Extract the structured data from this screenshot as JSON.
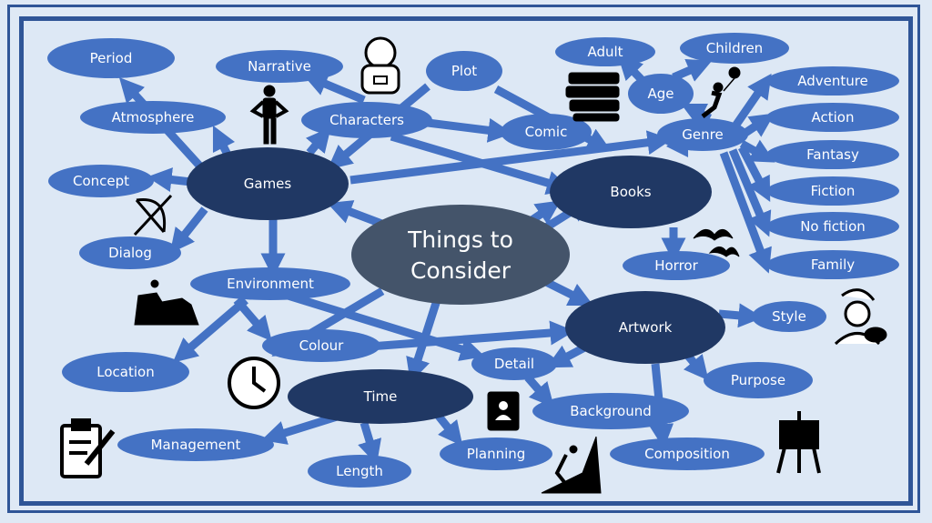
{
  "title": "Things to Consider",
  "colors": {
    "frame": "#2f5597",
    "node": "#4472c4",
    "hub": "#203864",
    "center": "#44546a",
    "background": "#dde8f5"
  },
  "nodes": {
    "center": "Things to Consider",
    "games": "Games",
    "books": "Books",
    "artwork": "Artwork",
    "time": "Time",
    "period": "Period",
    "narrative": "Narrative",
    "plot": "Plot",
    "adult": "Adult",
    "children": "Children",
    "age": "Age",
    "adventure": "Adventure",
    "action": "Action",
    "fantasy": "Fantasy",
    "fiction": "Fiction",
    "nofiction": "No fiction",
    "family": "Family",
    "genre": "Genre",
    "comic": "Comic",
    "characters": "Characters",
    "atmosphere": "Atmosphere",
    "concept": "Concept",
    "dialog": "Dialog",
    "environment": "Environment",
    "horror": "Horror",
    "style": "Style",
    "colour": "Colour",
    "location": "Location",
    "detail": "Detail",
    "purpose": "Purpose",
    "background": "Background",
    "management": "Management",
    "composition": "Composition",
    "planning": "Planning",
    "length": "Length"
  },
  "icons": [
    "astronaut-icon",
    "mannequin-icon",
    "books-icon",
    "child-balloon-icon",
    "bow-arrow-icon",
    "bats-icon",
    "desert-icon",
    "painter-icon",
    "clock-icon",
    "contact-book-icon",
    "clipboard-icon",
    "climber-icon",
    "easel-icon"
  ]
}
